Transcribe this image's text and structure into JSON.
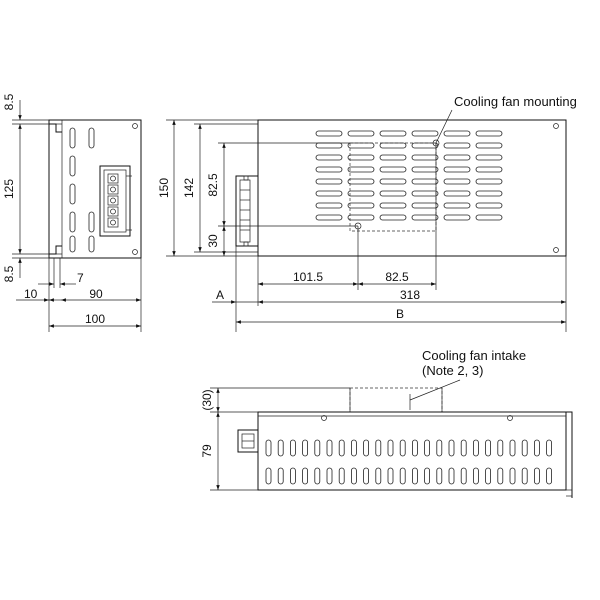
{
  "side_view": {
    "dim_top_gap": "8.5",
    "dim_mount_span": "125",
    "dim_bottom_gap": "8.5",
    "dim_flange": "7",
    "dim_offset": "10",
    "dim_depth": "90",
    "dim_total_width": "100"
  },
  "top_view": {
    "dim_height_150": "150",
    "dim_height_142": "142",
    "dim_fan_height": "82.5",
    "dim_fan_bottom": "30",
    "dim_fan_left": "101.5",
    "dim_fan_width": "82.5",
    "dim_length": "318",
    "dim_a": "A",
    "dim_b": "B",
    "note_fan_mounting": "Cooling fan mounting"
  },
  "front_view": {
    "dim_fan_clearance": "(30)",
    "dim_height": "79",
    "note_fan_intake_line1": "Cooling fan intake",
    "note_fan_intake_line2": "(Note 2, 3)"
  }
}
